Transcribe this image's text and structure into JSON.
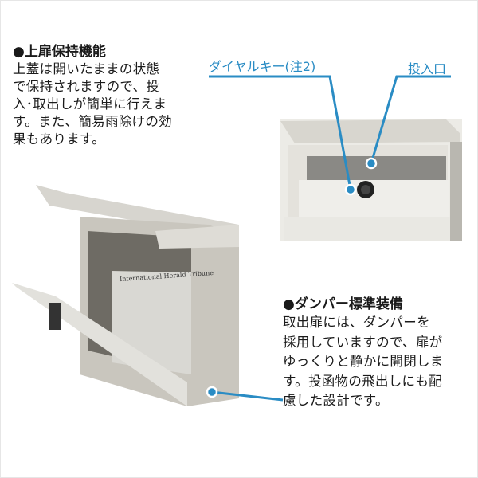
{
  "feature_1": {
    "heading": "●上扉保持機能",
    "lines": [
      "上蓋は開いたままの状態",
      "で保持されますので、投",
      "入･取出しが簡単に行えま",
      "す。また、簡易雨除けの効",
      "果もあります。"
    ]
  },
  "feature_2": {
    "heading": "●ダンパー標準装備",
    "lines": [
      "取出扉には、ダンパーを",
      "採用していますので、扉が",
      "ゆっくりと静かに開閉しま",
      "す。投函物の飛出しにも配",
      "慮した設計です。"
    ]
  },
  "callouts": {
    "dial_key": "ダイヤルキー(注2)",
    "slot": "投入口"
  },
  "photo_lettering": "International Herald Tribune",
  "colors": {
    "accent": "#2a8cc4",
    "text": "#1a1a1a"
  }
}
